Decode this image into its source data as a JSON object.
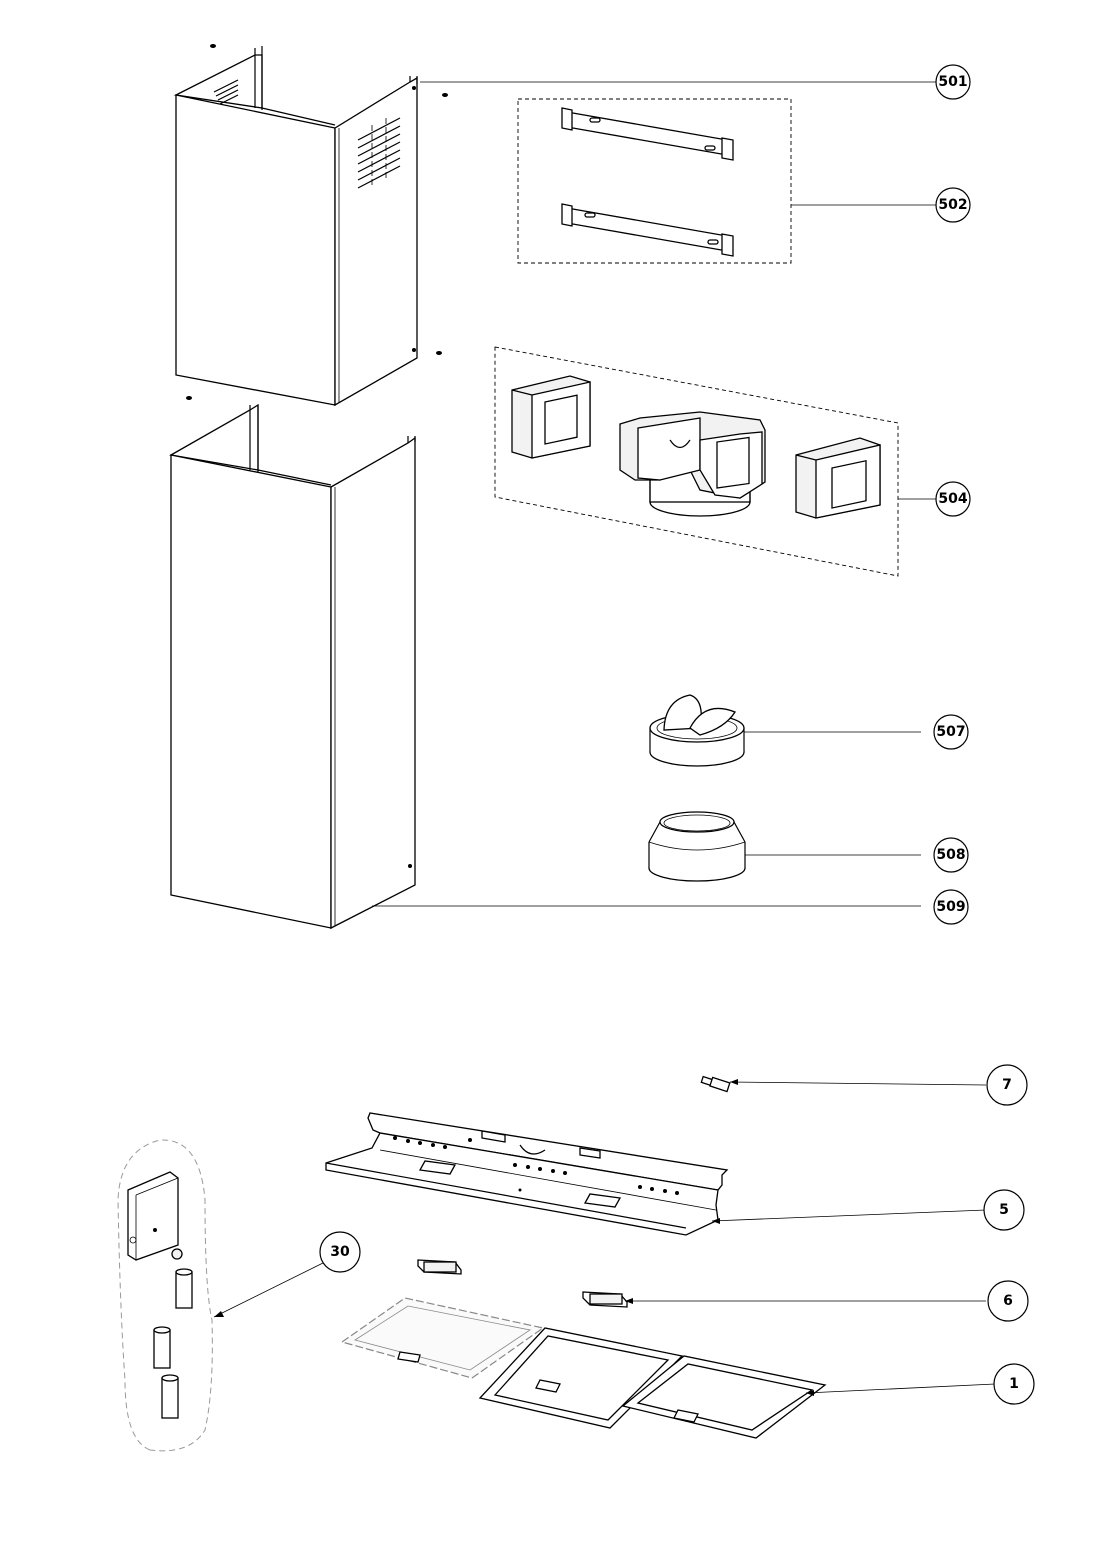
{
  "callouts": {
    "c501": "501",
    "c502": "502",
    "c504": "504",
    "c507": "507",
    "c508": "508",
    "c509": "509",
    "c7": "7",
    "c5": "5",
    "c30": "30",
    "c6": "6",
    "c1": "1"
  }
}
